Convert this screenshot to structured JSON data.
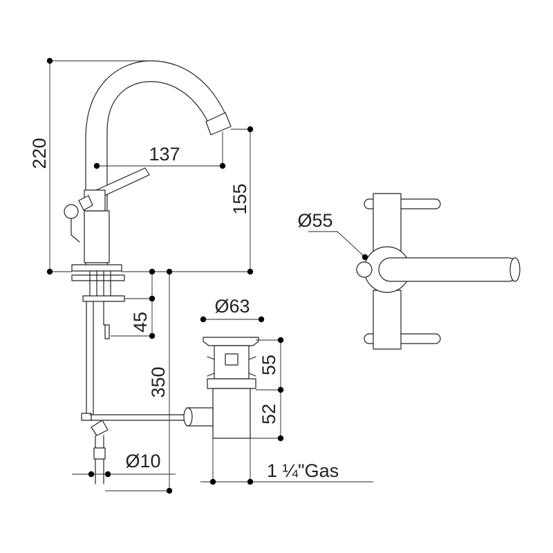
{
  "dimensions": {
    "overall_height": "220",
    "spout_reach": "137",
    "spout_height": "155",
    "handle_diameter": "Ø55",
    "waste_diameter": "Ø63",
    "mount_depth": "45",
    "rod_length": "350",
    "waste_top_height": "55",
    "waste_body_height": "52",
    "rod_diameter": "Ø10",
    "thread_size": "1 ¼\"Gas"
  },
  "colors": {
    "line": "#231f20",
    "dimension_dot": "#000000",
    "background": "#ffffff"
  }
}
